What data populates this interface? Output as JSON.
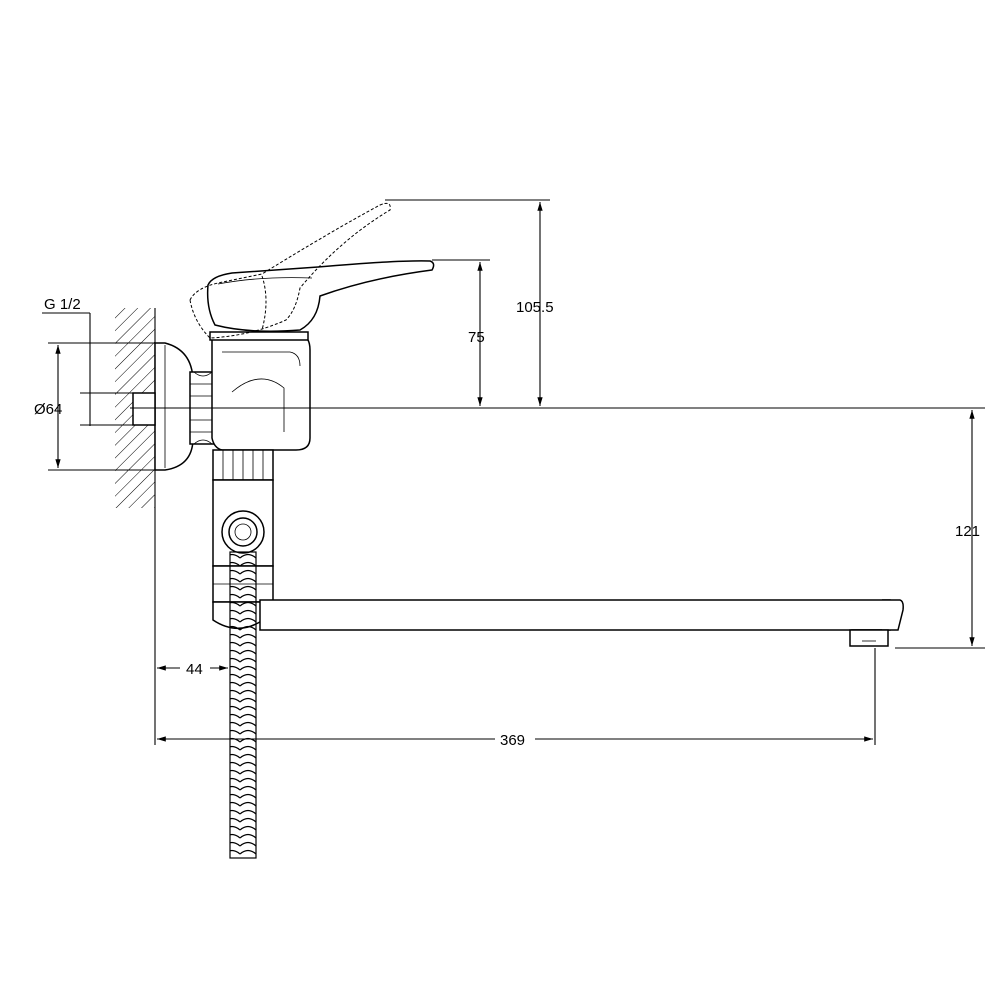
{
  "dimensions": {
    "thread": "G 1/2",
    "flange_diameter": "Ø64",
    "handle_height_open": "105.5",
    "handle_height_closed": "75",
    "spout_drop": "121",
    "hose_offset": "44",
    "spout_reach": "369"
  }
}
